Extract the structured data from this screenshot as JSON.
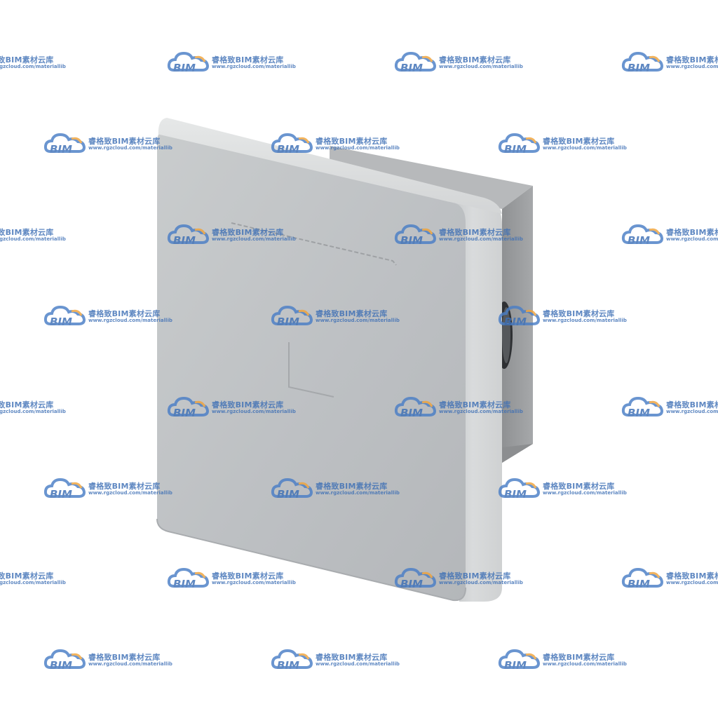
{
  "watermark": {
    "title": "睿格致BIM素材云库",
    "url": "www.rgzcloud.com/materiallib",
    "badge": "BIM",
    "logo_icon": "cloud-icon",
    "colors": {
      "text": "#3d6fb5",
      "cloud": "#4a7ec6",
      "accent": "#f0a33a"
    }
  },
  "object": {
    "face_color": "#bfc2c5",
    "side_color": "#a3a5a7",
    "back_color": "#9a9c9e",
    "edge_highlight": "#e2e4e4",
    "grommet_color": "#2e3033"
  }
}
